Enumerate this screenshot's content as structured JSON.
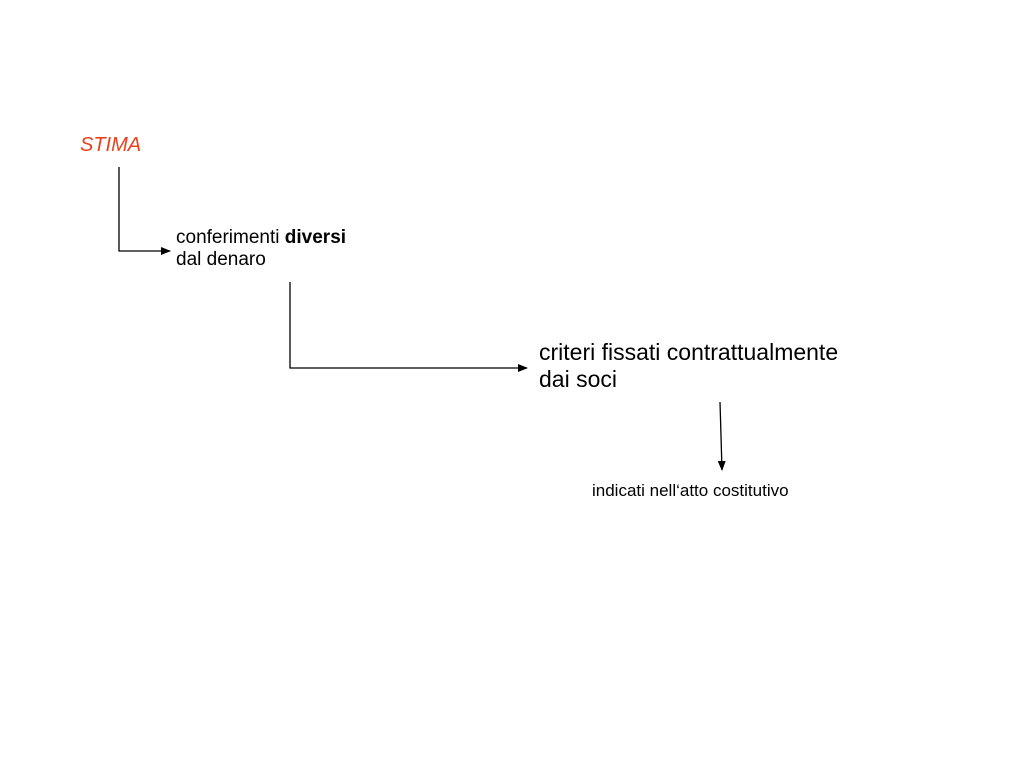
{
  "colors": {
    "title": "#e8431c",
    "text": "#000000",
    "connector": "#000000",
    "background": "#ffffff"
  },
  "diagram": {
    "title": "STIMA",
    "step1": {
      "line1_regular": "conferimenti ",
      "line1_bold": "diversi",
      "line2": "dal denaro"
    },
    "step2": {
      "line1": "criteri fissati contrattualmente",
      "line2": "dai soci"
    },
    "step3": {
      "line1": "indicati nell‘atto costitutivo"
    }
  }
}
